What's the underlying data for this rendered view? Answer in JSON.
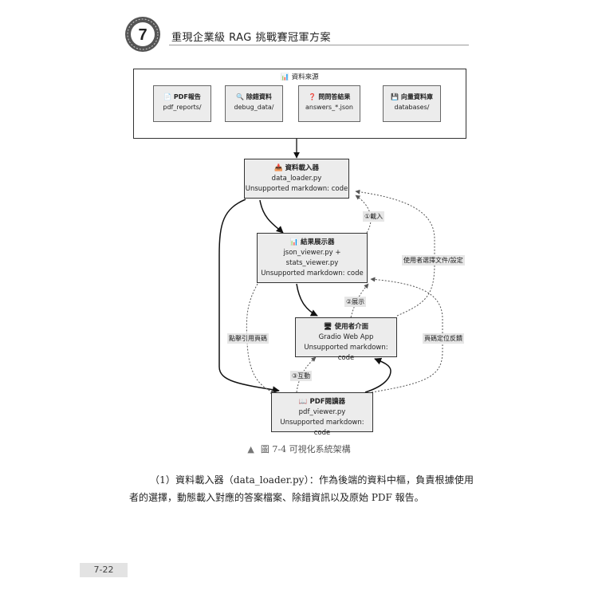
{
  "header": {
    "chapter_number": "7",
    "chapter_title": "重現企業級 RAG 挑戰賽冠軍方案"
  },
  "diagram": {
    "source_group": {
      "title": "📊 資料來源",
      "items": [
        {
          "title": "📄 PDF報告",
          "path": "pdf_reports/"
        },
        {
          "title": "🔍 除錯資料",
          "path": "debug_data/"
        },
        {
          "title": "❓ 問問答結果",
          "path": "answers_*.json"
        },
        {
          "title": "💾 向量資料庫",
          "path": "databases/"
        }
      ]
    },
    "loader": {
      "title": "📥 資料載入器",
      "lines": [
        "data_loader.py",
        "Unsupported markdown: code"
      ]
    },
    "viewer": {
      "title": "📊 結果展示器",
      "lines": [
        "json_viewer.py +",
        "stats_viewer.py",
        "Unsupported markdown: code"
      ]
    },
    "ui": {
      "title": "🖥 使用者介面",
      "lines": [
        "Gradio Web App",
        "Unsupported markdown: code"
      ]
    },
    "pdf_reader": {
      "title": "📖 PDF閱讀器",
      "lines": [
        "pdf_viewer.py",
        "Unsupported markdown: code"
      ]
    },
    "edge_labels": {
      "load": "①載入",
      "display": "②展示",
      "interact": "③互動",
      "select": "使用者選擇文件/設定",
      "click_ref": "點擊引用頁碼",
      "page_feedback": "頁碼定位反饋"
    }
  },
  "caption": {
    "marker": "▲",
    "text": "圖 7-4  可視化系統架構"
  },
  "paragraph": "（1）資料載入器（data_loader.py）：作為後端的資料中樞，負責根據使用者的選擇，動態載入對應的答案檔案、除錯資訊以及原始 PDF 報告。",
  "page_number": "7-22"
}
